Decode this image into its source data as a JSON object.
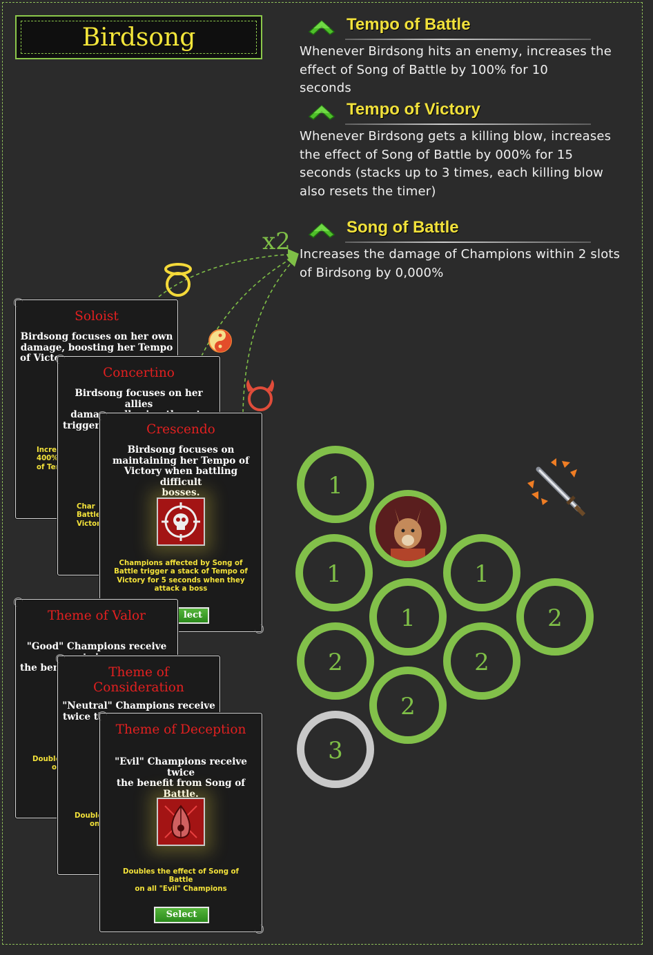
{
  "title": "Birdsong",
  "colors": {
    "accent_green": "#82c04a",
    "gold": "#f1e13b",
    "card_title_red": "#e32020",
    "page_bg": "#2b2b2b"
  },
  "skills": [
    {
      "icon": "green-chevron-icon",
      "name": "Tempo of Battle",
      "lines": [
        "Whenever Birdsong hits an enemy, increases the",
        "effect of Song of Battle by 100% for 10",
        "seconds"
      ]
    },
    {
      "icon": "green-chevron-icon",
      "name": "Tempo of Victory",
      "lines": [
        "Whenever Birdsong gets a killing blow, increases",
        "the effect of Song of Battle by 000% for 15",
        "seconds (stacks up to 3 times, each killing blow",
        "also resets the timer)"
      ]
    },
    {
      "icon": "green-chevron-icon",
      "name": "Song of Battle",
      "lines": [
        "Increases the damage of Champions within 2 slots",
        "of Birdsong by 0,000%"
      ]
    }
  ],
  "multiplier": "x2",
  "specialization_icons": [
    "halo-icon",
    "yin-yang-icon",
    "devil-horns-icon"
  ],
  "cards": [
    {
      "title": "Soloist",
      "desc": [
        "Birdsong focuses on her own",
        "damage, boosting her Tempo",
        "of Victo"
      ],
      "partial": [
        "Incre",
        "400%",
        "of Ter"
      ]
    },
    {
      "title": "Concertino",
      "desc": [
        "Birdsong focuses on her allies",
        "damage, allowing them to",
        "trigger"
      ],
      "partial": [
        "Char",
        "Battle",
        "Victor"
      ]
    },
    {
      "title": "Crescendo",
      "desc": [
        "Birdsong focuses on",
        "maintaining her Tempo of",
        "Victory when battling difficult",
        "bosses."
      ],
      "icon": "skull-target-icon",
      "effect": [
        "Champions affected by Song of",
        "Battle trigger a stack of Tempo of",
        "Victory for 5 seconds when they",
        "attack a boss"
      ],
      "button_partial": "lect"
    },
    {
      "title": "Theme of Valor",
      "desc": [
        "\"Good\" Champions receive twice",
        "the bene"
      ],
      "partial": [
        "Double",
        "o"
      ]
    },
    {
      "title_lines": [
        "Theme of",
        "Consideration"
      ],
      "desc": [
        "\"Neutral\" Champions receive",
        "twice th"
      ],
      "partial": [
        "Double",
        "on"
      ]
    },
    {
      "title": "Theme of Deception",
      "desc": [
        "\"Evil\" Champions receive twice",
        "the benefit from Song of Battle."
      ],
      "icon": "evil-lute-icon",
      "effect": [
        "Doubles the effect of Song of Battle",
        "on all \"Evil\" Champions"
      ],
      "button": "Select"
    }
  ],
  "formation": {
    "slots": [
      "1",
      "1",
      "1",
      "1",
      "2",
      "2",
      "2",
      "2",
      "3"
    ],
    "portrait": "birdsong-portrait",
    "attack_icon": "sword-arrows-icon"
  }
}
